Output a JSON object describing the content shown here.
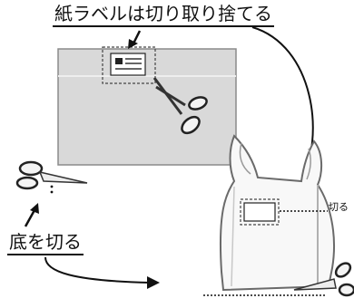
{
  "labels": {
    "paper_label_instruction": "紙ラベルは切り取り捨てる",
    "cut_bottom_instruction": "底を切る",
    "cut_marker": "切る"
  },
  "colors": {
    "sheet_fill": "#d9d9d9",
    "ink": "#111111",
    "bag_outline": "#6a6a6a"
  },
  "icons": [
    "scissors-icon",
    "arrow-icon",
    "paper-label-icon",
    "plastic-bag-icon"
  ]
}
